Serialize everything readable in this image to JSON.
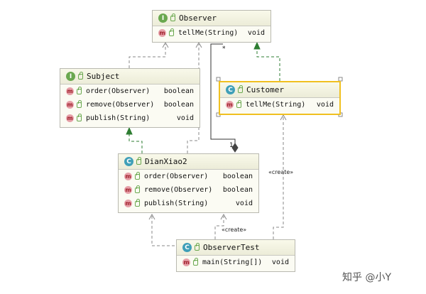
{
  "classes": {
    "observer": {
      "badge": "I",
      "name": "Observer",
      "methods": [
        {
          "sig": "tellMe(String)",
          "ret": "void"
        }
      ]
    },
    "subject": {
      "badge": "I",
      "name": "Subject",
      "methods": [
        {
          "sig": "order(Observer)",
          "ret": "boolean"
        },
        {
          "sig": "remove(Observer)",
          "ret": "boolean"
        },
        {
          "sig": "publish(String)",
          "ret": "void"
        }
      ]
    },
    "customer": {
      "badge": "C",
      "name": "Customer",
      "methods": [
        {
          "sig": "tellMe(String)",
          "ret": "void"
        }
      ]
    },
    "dianxiao2": {
      "badge": "C",
      "name": "DianXiao2",
      "methods": [
        {
          "sig": "order(Observer)",
          "ret": "boolean"
        },
        {
          "sig": "remove(Observer)",
          "ret": "boolean"
        },
        {
          "sig": "publish(String)",
          "ret": "void"
        }
      ]
    },
    "observertest": {
      "badge": "C",
      "name": "ObserverTest",
      "methods": [
        {
          "sig": "main(String[])",
          "ret": "void"
        }
      ]
    }
  },
  "method_badge": "m",
  "labels": {
    "create1": "«create»",
    "create2": "«create»",
    "mult_star": "*",
    "mult_one": "1"
  },
  "watermark": "知乎 @小Y",
  "colors": {
    "realization": "#2e7d32",
    "dependency": "#888888",
    "selected_border": "#f0c020"
  }
}
